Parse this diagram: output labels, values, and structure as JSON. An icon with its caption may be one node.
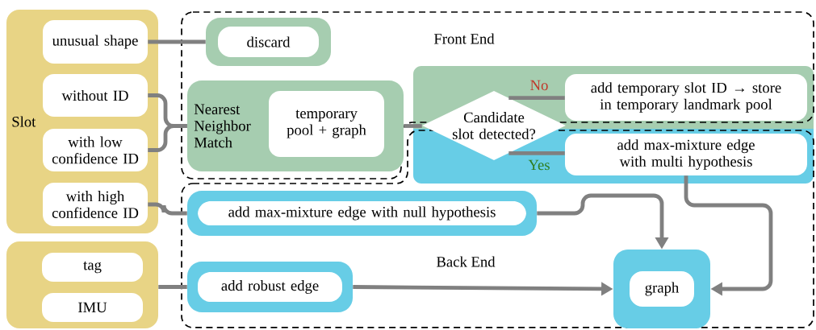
{
  "diagram": {
    "nodes": [
      {
        "text": [
          "Slot"
        ]
      },
      {
        "text": [
          "unusual shape"
        ],
        "in": 0
      },
      {
        "text": [
          "without ID"
        ],
        "in": 0
      },
      {
        "text": [
          "with low confidence ID"
        ],
        "in": 0
      },
      {
        "text": [
          "with high confidence ID"
        ],
        "in": 0
      },
      {
        "text": [],
        "shape": "box"
      },
      {
        "text": [
          "tag"
        ],
        "in": 5
      },
      {
        "text": [
          "IMU"
        ],
        "in": 5
      },
      {
        "text": [
          "Front End"
        ]
      },
      {
        "text": [
          "discard"
        ],
        "in": 8
      },
      {
        "text": [
          "Nearest Neighbor Match"
        ],
        "in": 8
      },
      {
        "text": [
          "temporary pool + graph"
        ],
        "in": 10
      },
      {
        "text": [],
        "shape": "band",
        "in": 8
      },
      {
        "text": [
          "add temporary slot ID → store in temporary landmark pool"
        ],
        "in": 12
      },
      {
        "text": [
          "Back End"
        ]
      },
      {
        "text": [],
        "shape": "band",
        "in": 14
      },
      {
        "text": [
          "add max-mixture edge with multi hypothesis"
        ],
        "in": 15
      },
      {
        "text": [
          "Candidate slot detected?"
        ]
      },
      {
        "text": [
          "add max-mixture edge with null hypothesis"
        ],
        "in": 14
      },
      {
        "text": [
          "add robust edge"
        ],
        "in": 14
      },
      {
        "text": [
          "graph"
        ],
        "in": 14
      }
    ],
    "edges": [
      {
        "from": 1,
        "to": 9,
        "arrow": "none"
      },
      {
        "from": 2,
        "to": 10,
        "arrow": "none"
      },
      {
        "from": 3,
        "to": 10,
        "arrow": "none"
      },
      {
        "from": 10,
        "to": 17,
        "arrow": "none"
      },
      {
        "from": 17,
        "to": 13,
        "arrow": "none",
        "label": "No"
      },
      {
        "from": 17,
        "to": 16,
        "arrow": "none",
        "label": "Yes"
      },
      {
        "from": 4,
        "to": 18,
        "arrow": "none"
      },
      {
        "from": 18,
        "to": 20,
        "arrow": "to"
      },
      {
        "from": 16,
        "to": 20,
        "arrow": "to"
      },
      {
        "from": 5,
        "to": 19,
        "arrow": "none"
      },
      {
        "from": 19,
        "to": 20,
        "arrow": "to"
      }
    ]
  }
}
